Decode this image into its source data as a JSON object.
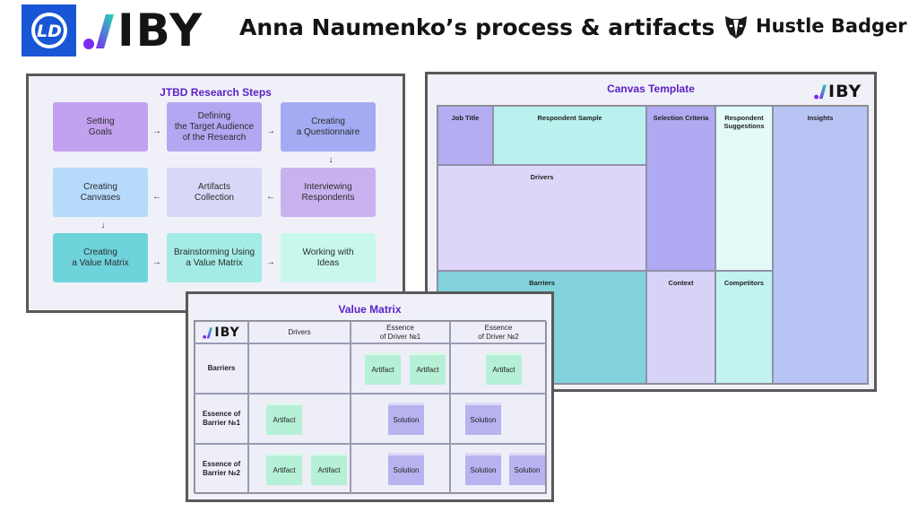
{
  "header": {
    "ld_logo_text": "LD",
    "brand_name": "IBY",
    "title": "Anna Naumenko’s process & artifacts",
    "partner_name": "Hustle Badger"
  },
  "colors": {
    "brand_purple": "#5b21c6",
    "brand_teal": "#21d8b0",
    "ld_blue": "#1856d6"
  },
  "jtbd": {
    "title": "JTBD Research Steps",
    "steps": [
      {
        "label": "Setting\nGoals",
        "color": "#c2a1f0"
      },
      {
        "label": "Defining\nthe Target Audience\nof the Research",
        "color": "#b5a6f2"
      },
      {
        "label": "Creating\na Questionnaire",
        "color": "#a3acf3"
      },
      {
        "label": "Interviewing\nRespondents",
        "color": "#c9b1f0"
      },
      {
        "label": "Artifacts\nCollection",
        "color": "#d7d7f7"
      },
      {
        "label": "Creating\nCanvases",
        "color": "#b5dafa"
      },
      {
        "label": "Creating\na Value Matrix",
        "color": "#6fd3dc"
      },
      {
        "label": "Brainstorming Using\na Value Matrix",
        "color": "#a3ebe4"
      },
      {
        "label": "Working with\nIdeas",
        "color": "#c8f8ec"
      }
    ],
    "arrows": [
      "→",
      "→",
      "↓",
      "←",
      "←",
      "↓",
      "→",
      "→"
    ]
  },
  "canvas": {
    "title": "Canvas Template",
    "brand_name": "IBY",
    "cells": {
      "job_title": "Job Title",
      "respondent_sample": "Respondent Sample",
      "selection_criteria": "Selection Criteria",
      "respondent_suggestions": "Respondent\nSuggestions",
      "insights": "Insights",
      "drivers": "Drivers",
      "barriers": "Barriers",
      "context": "Context",
      "competitors": "Competitors"
    }
  },
  "matrix": {
    "title": "Value Matrix",
    "brand_name": "IBY",
    "columns": [
      "Drivers",
      "Essence\nof Driver №1",
      "Essence\nof Driver №2"
    ],
    "rows": [
      "Barriers",
      "Essence of\nBarrier №1",
      "Essence of\nBarrier №2"
    ],
    "artifact_label": "Artifact",
    "solution_label": "Solution"
  }
}
